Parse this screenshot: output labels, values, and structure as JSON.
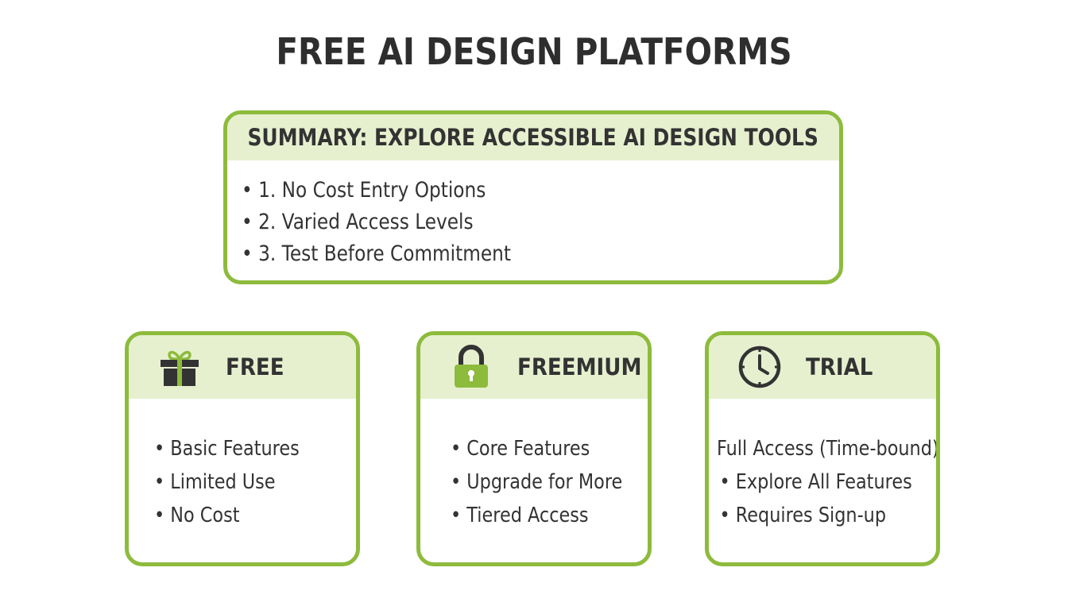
{
  "title": "FREE AI DESIGN PLATFORMS",
  "colors": {
    "border": "#8dbb3c",
    "header_fill": "#e6f0cf",
    "text": "#2e2e2e",
    "icon_dark": "#333333",
    "icon_accent": "#8dbb3c"
  },
  "summary": {
    "heading": "SUMMARY: EXPLORE ACCESSIBLE AI DESIGN TOOLS",
    "items": [
      "• 1. No Cost Entry Options",
      "• 2. Varied Access Levels",
      "• 3. Test Before Commitment"
    ]
  },
  "tiers": [
    {
      "label": "FREE",
      "icon": "gift-icon",
      "items": [
        "• Basic Features",
        "• Limited Use",
        "• No Cost"
      ]
    },
    {
      "label": "FREEMIUM",
      "icon": "padlock-icon",
      "items": [
        "• Core Features",
        "• Upgrade for More",
        "• Tiered Access"
      ]
    },
    {
      "label": "TRIAL",
      "icon": "clock-icon",
      "items": [
        "Full Access (Time-bound)",
        "• Explore All Features",
        " • Requires Sign-up"
      ]
    }
  ]
}
